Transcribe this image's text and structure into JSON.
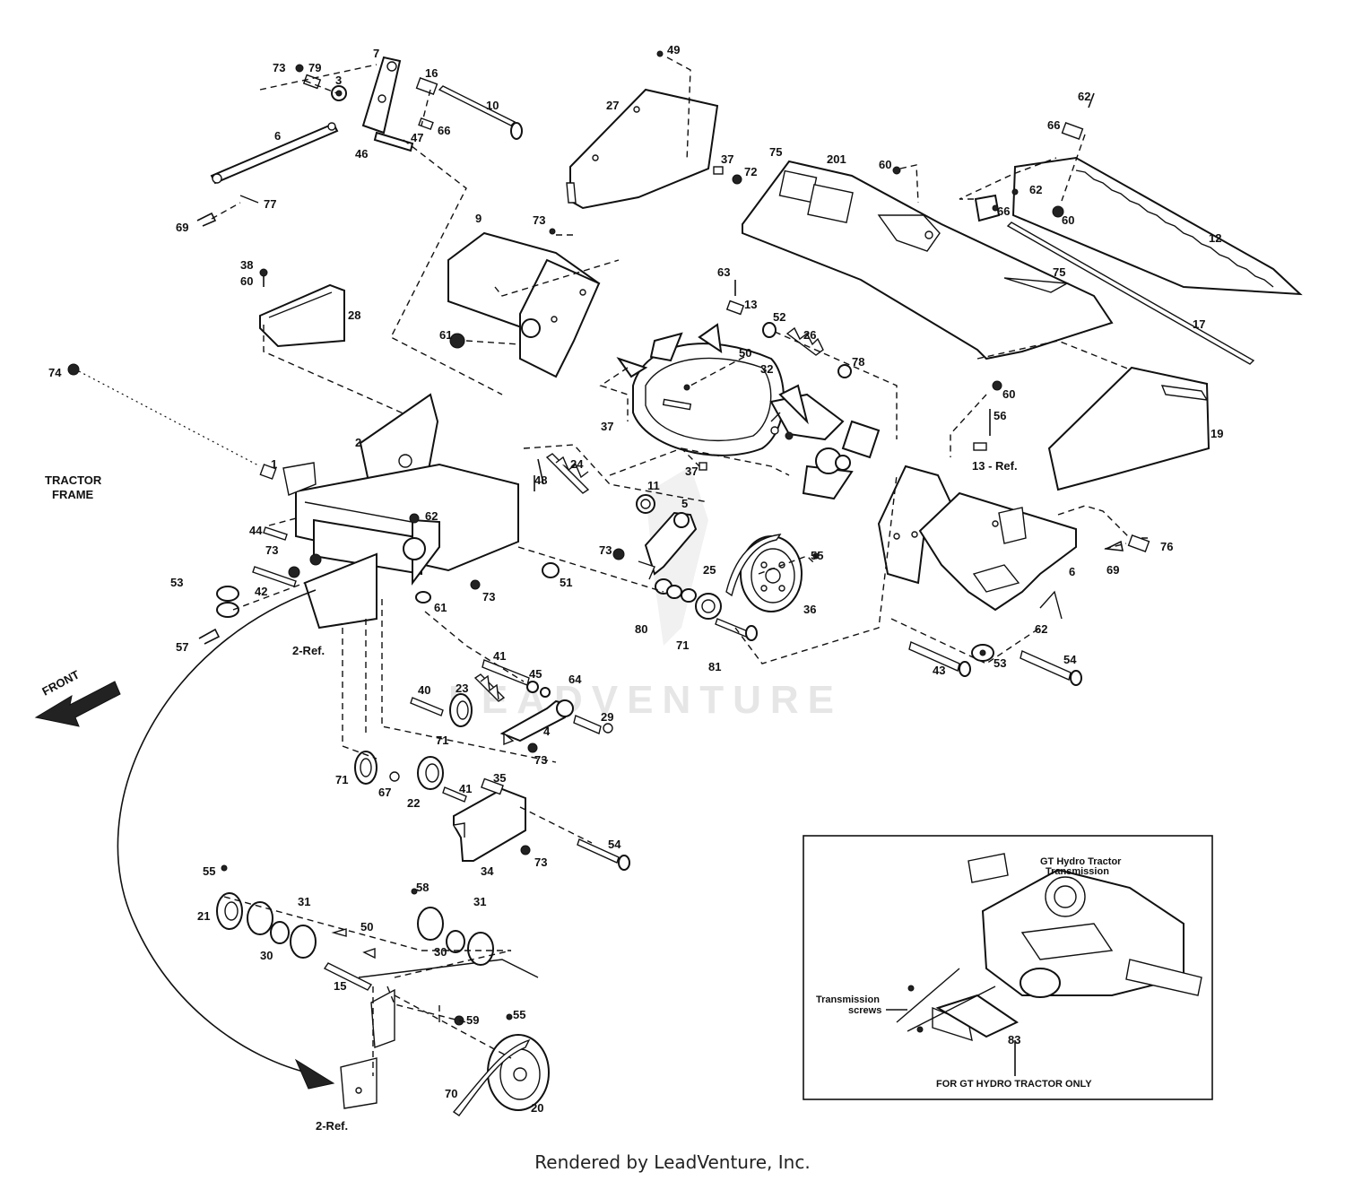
{
  "watermark": "LEADVENTURE",
  "footer": "Rendered by LeadVenture, Inc.",
  "tractor_frame": [
    "TRACTOR",
    "FRAME"
  ],
  "front_label": "FRONT",
  "inset": {
    "title_line1": "GT Hydro Tractor",
    "title_line2": "Transmission",
    "screws_line1": "Transmission",
    "screws_line2": "screws",
    "part_number": "83",
    "note": "FOR GT HYDRO TRACTOR ONLY"
  },
  "callouts": [
    {
      "id": "c73a",
      "text": "73"
    },
    {
      "id": "c79",
      "text": "79"
    },
    {
      "id": "c3",
      "text": "3"
    },
    {
      "id": "c7",
      "text": "7"
    },
    {
      "id": "c16",
      "text": "16"
    },
    {
      "id": "c10",
      "text": "10"
    },
    {
      "id": "c6a",
      "text": "6"
    },
    {
      "id": "c47",
      "text": "47"
    },
    {
      "id": "c66a",
      "text": "66"
    },
    {
      "id": "c46",
      "text": "46"
    },
    {
      "id": "c77",
      "text": "77"
    },
    {
      "id": "c69a",
      "text": "69"
    },
    {
      "id": "c49",
      "text": "49"
    },
    {
      "id": "c27",
      "text": "27"
    },
    {
      "id": "c37a",
      "text": "37"
    },
    {
      "id": "c72",
      "text": "72"
    },
    {
      "id": "c75a",
      "text": "75"
    },
    {
      "id": "c201",
      "text": "201"
    },
    {
      "id": "c60a",
      "text": "60"
    },
    {
      "id": "c62a",
      "text": "62"
    },
    {
      "id": "c66b",
      "text": "66"
    },
    {
      "id": "c62b",
      "text": "62"
    },
    {
      "id": "c66c",
      "text": "66"
    },
    {
      "id": "c60b",
      "text": "60"
    },
    {
      "id": "c12",
      "text": "12"
    },
    {
      "id": "c9",
      "text": "9"
    },
    {
      "id": "c73b",
      "text": "73"
    },
    {
      "id": "c38",
      "text": "38"
    },
    {
      "id": "c60c",
      "text": "60"
    },
    {
      "id": "c28",
      "text": "28"
    },
    {
      "id": "c63",
      "text": "63"
    },
    {
      "id": "c13a",
      "text": "13"
    },
    {
      "id": "c52",
      "text": "52"
    },
    {
      "id": "c26",
      "text": "26"
    },
    {
      "id": "c75b",
      "text": "75"
    },
    {
      "id": "c17",
      "text": "17"
    },
    {
      "id": "c61a",
      "text": "61"
    },
    {
      "id": "c50a",
      "text": "50"
    },
    {
      "id": "c32",
      "text": "32"
    },
    {
      "id": "c78",
      "text": "78"
    },
    {
      "id": "c74",
      "text": "74"
    },
    {
      "id": "c60d",
      "text": "60"
    },
    {
      "id": "c56",
      "text": "56"
    },
    {
      "id": "c37b",
      "text": "37"
    },
    {
      "id": "c13ref",
      "text": "13 - Ref."
    },
    {
      "id": "c19",
      "text": "19"
    },
    {
      "id": "c2",
      "text": "2"
    },
    {
      "id": "c1",
      "text": "1"
    },
    {
      "id": "c24",
      "text": "24"
    },
    {
      "id": "c37c",
      "text": "37"
    },
    {
      "id": "c48",
      "text": "48"
    },
    {
      "id": "c11",
      "text": "11"
    },
    {
      "id": "c5",
      "text": "5"
    },
    {
      "id": "c44",
      "text": "44"
    },
    {
      "id": "c62c",
      "text": "62"
    },
    {
      "id": "c73c",
      "text": "73"
    },
    {
      "id": "c69b",
      "text": "69"
    },
    {
      "id": "c76",
      "text": "76"
    },
    {
      "id": "c73d",
      "text": "73"
    },
    {
      "id": "c55a",
      "text": "55"
    },
    {
      "id": "c53a",
      "text": "53"
    },
    {
      "id": "c42",
      "text": "42"
    },
    {
      "id": "c51",
      "text": "51"
    },
    {
      "id": "c25",
      "text": "25"
    },
    {
      "id": "c6b",
      "text": "6"
    },
    {
      "id": "c73e",
      "text": "73"
    },
    {
      "id": "c61b",
      "text": "61"
    },
    {
      "id": "c36",
      "text": "36"
    },
    {
      "id": "c57",
      "text": "57"
    },
    {
      "id": "c80",
      "text": "80"
    },
    {
      "id": "c62d",
      "text": "62"
    },
    {
      "id": "c2ref",
      "text": "2-Ref."
    },
    {
      "id": "c71a",
      "text": "71"
    },
    {
      "id": "c81",
      "text": "81"
    },
    {
      "id": "c43",
      "text": "43"
    },
    {
      "id": "c53b",
      "text": "53"
    },
    {
      "id": "c54a",
      "text": "54"
    },
    {
      "id": "c41a",
      "text": "41"
    },
    {
      "id": "c45",
      "text": "45"
    },
    {
      "id": "c64",
      "text": "64"
    },
    {
      "id": "c40",
      "text": "40"
    },
    {
      "id": "c23",
      "text": "23"
    },
    {
      "id": "c29",
      "text": "29"
    },
    {
      "id": "c71b",
      "text": "71"
    },
    {
      "id": "c4",
      "text": "4"
    },
    {
      "id": "c73f",
      "text": "73"
    },
    {
      "id": "c71c",
      "text": "71"
    },
    {
      "id": "c67",
      "text": "67"
    },
    {
      "id": "c22",
      "text": "22"
    },
    {
      "id": "c41b",
      "text": "41"
    },
    {
      "id": "c35",
      "text": "35"
    },
    {
      "id": "c54b",
      "text": "54"
    },
    {
      "id": "c34",
      "text": "34"
    },
    {
      "id": "c73g",
      "text": "73"
    },
    {
      "id": "c55b",
      "text": "55"
    },
    {
      "id": "c21",
      "text": "21"
    },
    {
      "id": "c31a",
      "text": "31"
    },
    {
      "id": "c30a",
      "text": "30"
    },
    {
      "id": "c50b",
      "text": "50"
    },
    {
      "id": "c58",
      "text": "58"
    },
    {
      "id": "c31b",
      "text": "31"
    },
    {
      "id": "c30b",
      "text": "30"
    },
    {
      "id": "c15",
      "text": "15"
    },
    {
      "id": "c59",
      "text": "59"
    },
    {
      "id": "c55c",
      "text": "55"
    },
    {
      "id": "c70",
      "text": "70"
    },
    {
      "id": "c20",
      "text": "20"
    },
    {
      "id": "c2ref2",
      "text": "2-Ref."
    }
  ]
}
